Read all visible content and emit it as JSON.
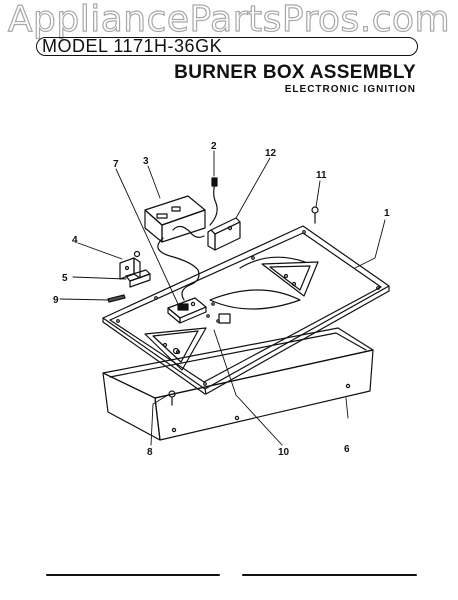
{
  "watermark": "AppliancePartsPros.com",
  "header": {
    "model": "MODEL 1171H-36GK",
    "title": "BURNER BOX ASSEMBLY",
    "subtitle": "ELECTRONIC IGNITION"
  },
  "callouts": [
    "1",
    "2",
    "3",
    "4",
    "5",
    "6",
    "7",
    "8",
    "9",
    "10",
    "11",
    "12"
  ]
}
